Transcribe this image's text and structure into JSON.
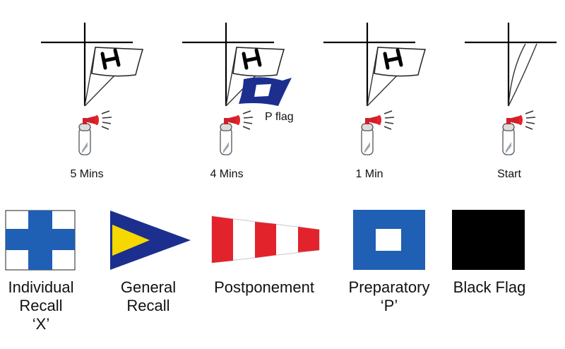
{
  "sequence": [
    {
      "time": "5 Mins",
      "flag_letter": "H"
    },
    {
      "time": "4 Mins",
      "flag_letter": "H",
      "extra_flag_label": "P flag"
    },
    {
      "time": "1 Min",
      "flag_letter": "H"
    },
    {
      "time": "Start"
    }
  ],
  "flags": [
    {
      "line1": "Individual",
      "line2": "Recall",
      "line3": "‘X’"
    },
    {
      "line1": "General",
      "line2": "Recall"
    },
    {
      "line1": "Postponement"
    },
    {
      "line1": "Preparatory",
      "line2": "‘P’"
    },
    {
      "line1": "Black Flag"
    }
  ],
  "colors": {
    "blue": "#1f5fb4",
    "navy": "#1c2f8f",
    "red": "#e3232b",
    "yellow": "#f5d800",
    "black": "#000000",
    "horn": "#d0202a"
  }
}
